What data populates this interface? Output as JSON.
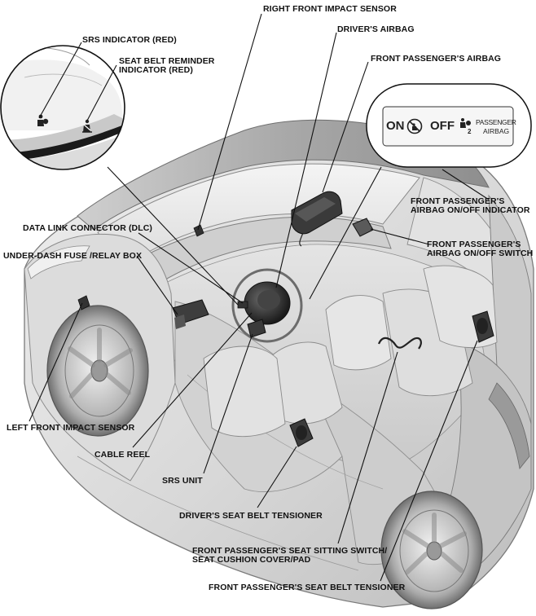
{
  "labels": {
    "right_front_impact_sensor": "RIGHT FRONT IMPACT SENSOR",
    "srs_indicator": "SRS INDICATOR (RED)",
    "drivers_airbag": "DRIVER'S AIRBAG",
    "seat_belt_reminder": "SEAT BELT REMINDER\nINDICATOR (RED)",
    "front_passengers_airbag": "FRONT PASSENGER'S AIRBAG",
    "airbag_on_off_indicator": "FRONT PASSENGER'S\nAIRBAG ON/OFF INDICATOR",
    "data_link_connector": "DATA LINK CONNECTOR (DLC)",
    "airbag_on_off_switch": "FRONT PASSENGER'S\nAIRBAG ON/OFF SWITCH",
    "under_dash_fuse_box": "UNDER-DASH FUSE /RELAY BOX",
    "left_front_impact_sensor": "LEFT FRONT IMPACT SENSOR",
    "cable_reel": "CABLE REEL",
    "srs_unit": "SRS UNIT",
    "drivers_seat_belt_tensioner": "DRIVER'S SEAT BELT TENSIONER",
    "seat_sitting_switch": "FRONT PASSENGER'S SEAT SITTING SWITCH/\nSEAT CUSHION COVER/PAD",
    "passengers_seat_belt_tensioner": "FRONT PASSENGER'S SEAT BELT TENSIONER"
  },
  "indicator_panel": {
    "on_text": "ON",
    "off_text": "OFF",
    "off_sub": "2",
    "passenger_line1": "PASSENGER",
    "passenger_line2": "AIRBAG"
  },
  "icons": [
    "srs-icon",
    "seat-belt-icon",
    "airbag-off-symbol"
  ]
}
